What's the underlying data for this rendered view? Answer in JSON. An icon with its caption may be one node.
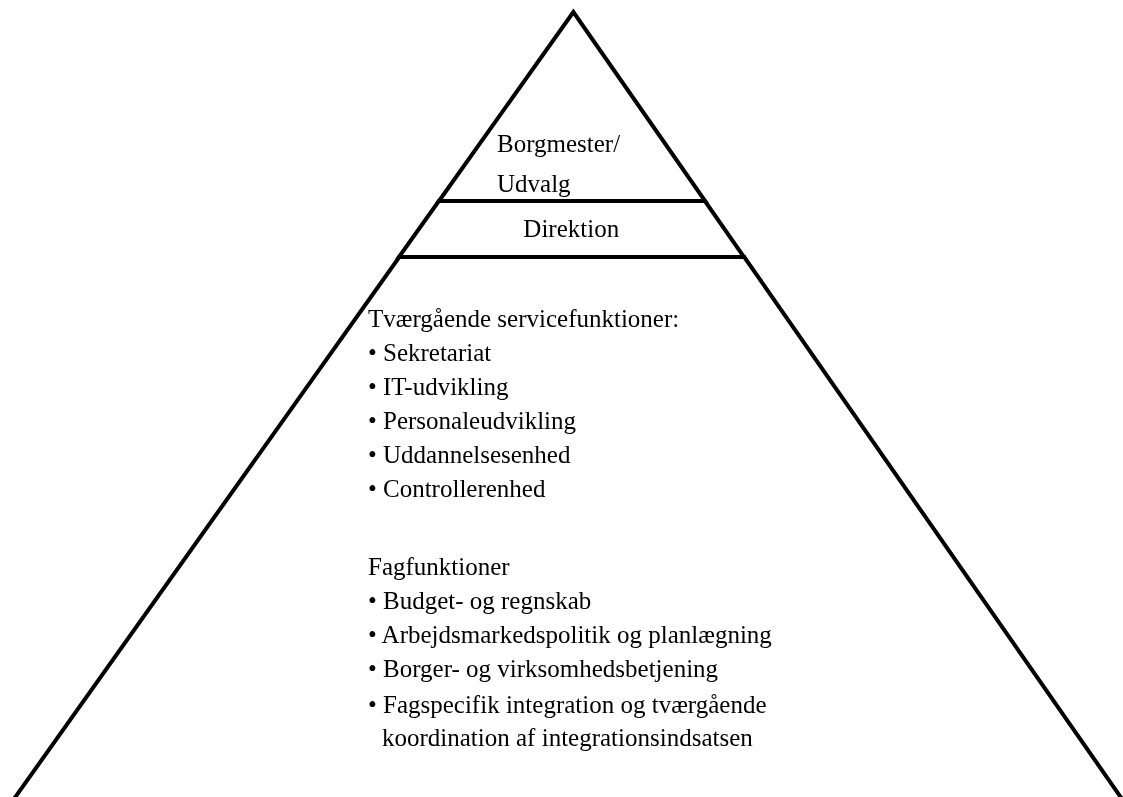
{
  "diagram": {
    "nodes": [
      {
        "text": [
          "Borgmester/ Udvalg"
        ]
      },
      {
        "text": [
          "Direktion"
        ]
      },
      {
        "text": [
          "Tværgående servicefunktioner:",
          "• Sekretariat",
          "• IT-udvikling",
          "• Personaleudvikling",
          "• Uddannelsesenhed",
          "• Controllerenhed",
          "Fagfunktioner",
          "• Budget- og regnskab",
          "• Arbejdsmarkedspolitik og planlægning",
          "• Borger- og virksomhedsbetjening",
          "• Fagspecifik integration og tværgående koordination af integrationsindsatsen"
        ]
      }
    ]
  }
}
